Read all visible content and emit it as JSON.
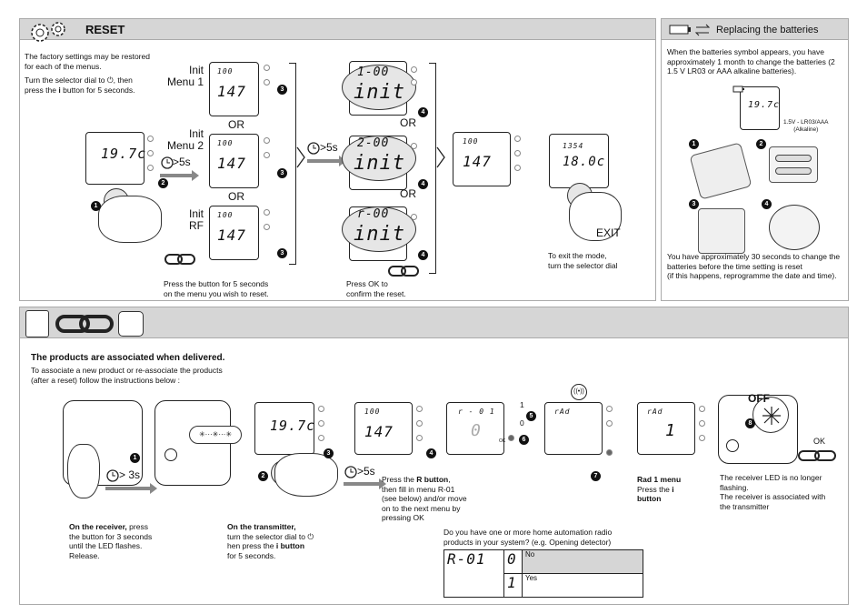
{
  "reset": {
    "title": "RESET",
    "intro": "The factory settings may be restored for each of the menus.",
    "turn1": "Turn the selector dial to",
    "turn2": ", then",
    "turn3": "press the",
    "turn_i": "i",
    "turn4": "button for 5 seconds.",
    "time_label": ">5s",
    "init_menu1": "Init\nMenu 1",
    "init_menu2": "Init\nMenu 2",
    "init_rf": "Init\nRF",
    "or": "OR",
    "lcd_top": "100",
    "lcd_main": "147",
    "lcd_temp": "19.7c",
    "init_codes": [
      "1-00",
      "2-00",
      "r-00"
    ],
    "init_word": "init",
    "press_menu": "Press the button for 5 seconds\non the menu you wish to reset.",
    "press_ok": "Press OK to\nconfirm the reset.",
    "exit_lcd_top": "1354",
    "exit_lcd_main": "18.0c",
    "exit_label": "EXIT",
    "exit_text": "To exit the mode,\nturn the selector dial"
  },
  "batteries": {
    "title": "Replacing the batteries",
    "text1": "When the batteries symbol appears, you have approximately 1 month to change the batteries (2 1.5 V LR03 or AAA alkaline batteries).",
    "battery_label": "1.5V - LR03/AAA\n(Alkaline)",
    "text2": "You have approximately 30 seconds to change the batteries before the time setting is reset\n(if this happens, reprogramme the date and time)."
  },
  "assoc": {
    "heading": "The products are associated when delivered.",
    "sub": "To associate a new product or re-associate the products\n(after a reset) follow the instructions below :",
    "time3": "> 3s",
    "time5": ">5s",
    "rec_bold": "On the receiver,",
    "rec_text1": "press",
    "rec_text2": "the button for 3 seconds\nuntil the LED flashes.\nRelease.",
    "tx_bold": "On the transmitter,",
    "tx_text1": "turn the selector dial to",
    "tx_text2": "hen press the",
    "tx_i": "i button",
    "tx_text3": "for 5 seconds.",
    "step4_a": "Press the",
    "step4_r": "R button",
    "step4_b": ",\nthen fill in menu R-01\n(see below) and/or move\non to the next menu by\npressing OK",
    "r01_code": "r - 0 1",
    "r01_val": "0",
    "r01_side_1": "1",
    "r01_side_0": "0",
    "rad_code": "rAd",
    "rad_val": "1",
    "rad1_bold": "Rad 1 menu",
    "rad1_text": "Press the",
    "rad1_i": "i",
    "rad1_btn": "button",
    "off": "OFF",
    "ok": "OK",
    "final": "The receiver LED is no longer\nflashing.\nThe receiver is associated with\nthe transmitter",
    "question": "Do you have one or more home automation radio\nproducts in your system? (e.g. Opening detector)",
    "table_code": "R-01",
    "table": [
      {
        "val": "0",
        "label": "No"
      },
      {
        "val": "1",
        "label": "Yes"
      }
    ],
    "ok_small": "OK"
  }
}
